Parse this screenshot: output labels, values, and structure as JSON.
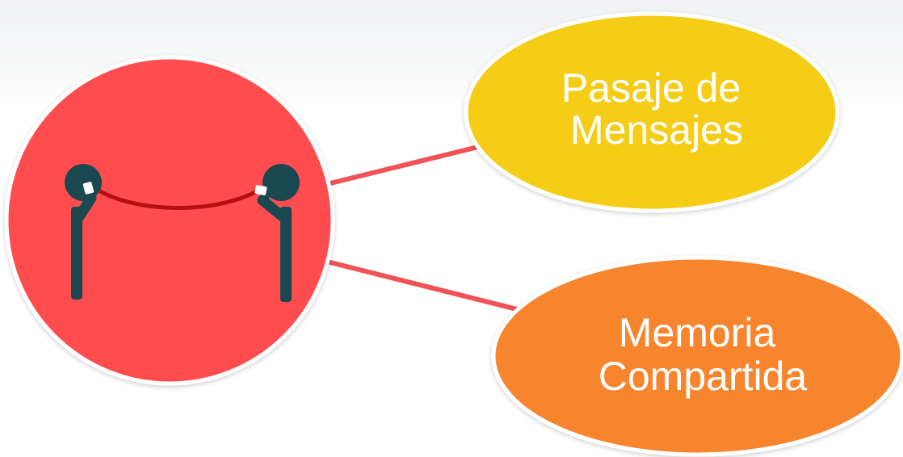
{
  "nodes": [
    {
      "id": "message-passing",
      "lines": [
        "Pasaje de",
        "Mensajes"
      ],
      "color": "#f5cc14"
    },
    {
      "id": "shared-memory",
      "lines": [
        "Memoria",
        "Compartida"
      ],
      "color": "#f7852d"
    }
  ],
  "center": {
    "icon": "tin-can-telephone-icon",
    "color": "#ff4e4f",
    "figure_color": "#194850",
    "string_color": "#b60f12"
  },
  "connector_color": "#ef5257"
}
